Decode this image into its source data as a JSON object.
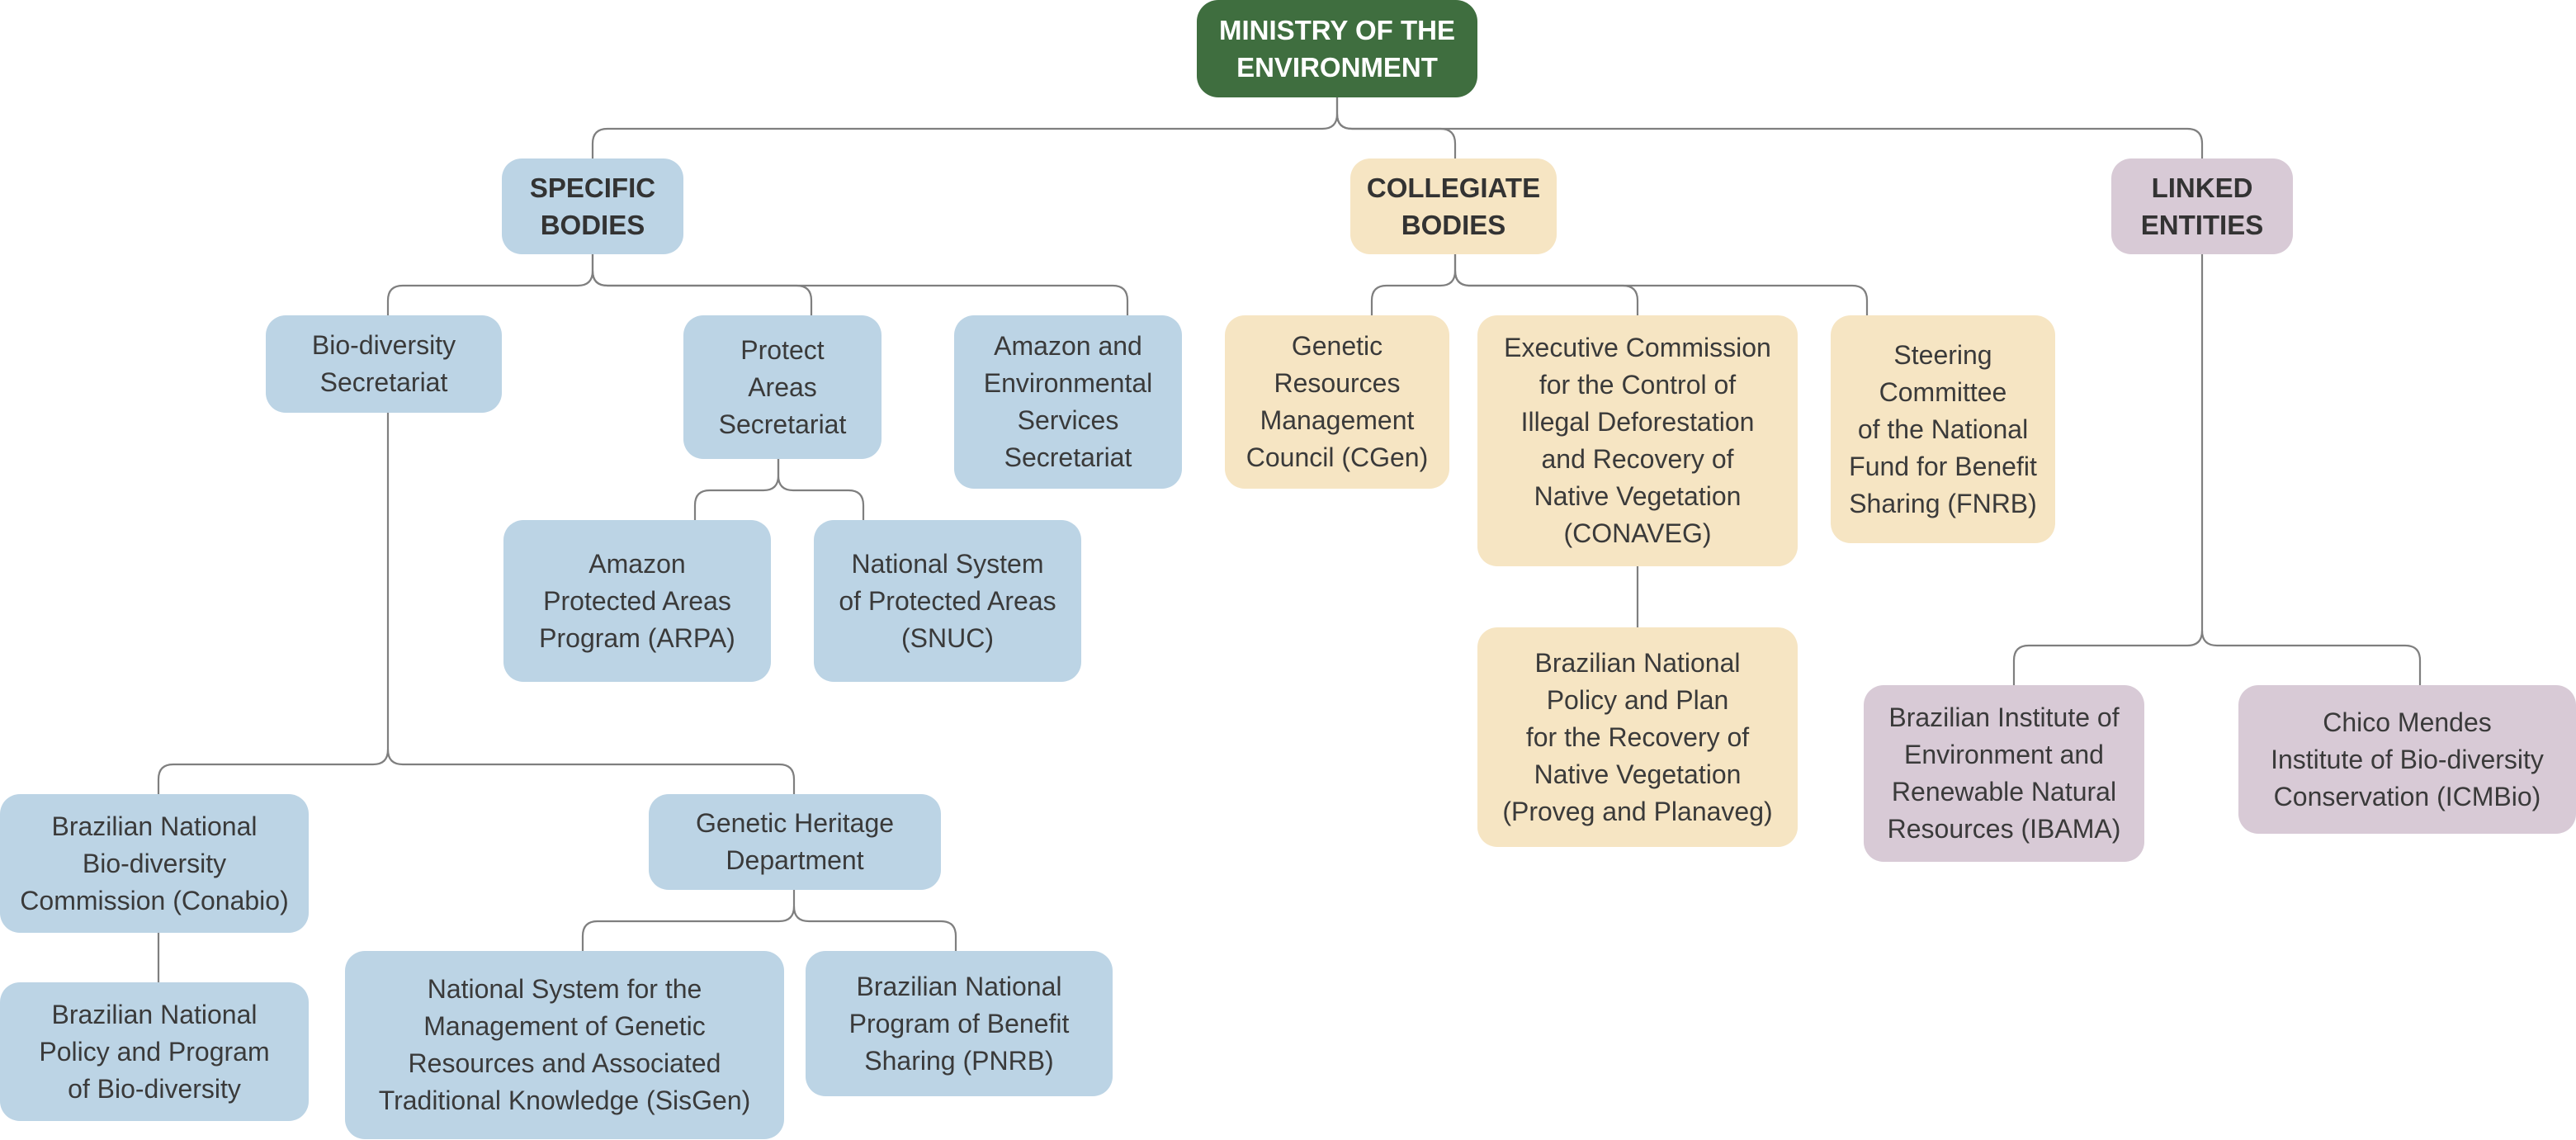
{
  "colors": {
    "root": "#3f6e3f",
    "specific_bodies": "#bcd4e5",
    "collegiate_bodies": "#f6e5c3",
    "linked_entities": "#d8cad6",
    "connector": "#7f7f7f"
  },
  "root": {
    "label": "MINISTRY OF THE\nENVIRONMENT"
  },
  "specific_bodies": {
    "label": "SPECIFIC\nBODIES",
    "biodiversity_secretariat": "Bio-diversity\nSecretariat",
    "protect_areas_secretariat": "Protect\nAreas\nSecretariat",
    "amazon_secretariat": "Amazon and\nEnvironmental\nServices\nSecretariat",
    "arpa": "Amazon\nProtected Areas\nProgram (ARPA)",
    "snuc": "National System\nof Protected Areas\n(SNUC)",
    "conabio": "Brazilian National\nBio-diversity\nCommission (Conabio)",
    "biodiversity_policy": "Brazilian National\nPolicy and Program\nof Bio-diversity",
    "genetic_heritage": "Genetic Heritage\nDepartment",
    "sisgen": "National System for the\nManagement of Genetic\nResources and Associated\nTraditional Knowledge (SisGen)",
    "pnrb": "Brazilian National\nProgram of Benefit\nSharing (PNRB)"
  },
  "collegiate_bodies": {
    "label": "COLLEGIATE\nBODIES",
    "cgen": "Genetic\nResources\nManagement\nCouncil (CGen)",
    "conaveg": "Executive Commission\nfor the Control of\nIllegal Deforestation\nand Recovery of\nNative Vegetation\n(CONAVEG)",
    "proveg": "Brazilian National\nPolicy and Plan\nfor the Recovery of\nNative Vegetation\n(Proveg and Planaveg)",
    "fnrb": "Steering\nCommittee\nof the National\nFund for Benefit\nSharing (FNRB)"
  },
  "linked_entities": {
    "label": "LINKED\nENTITIES",
    "ibama": "Brazilian Institute of\nEnvironment and\nRenewable Natural\nResources (IBAMA)",
    "icmbio": "Chico Mendes\nInstitute of Bio-diversity\nConservation (ICMBio)"
  }
}
